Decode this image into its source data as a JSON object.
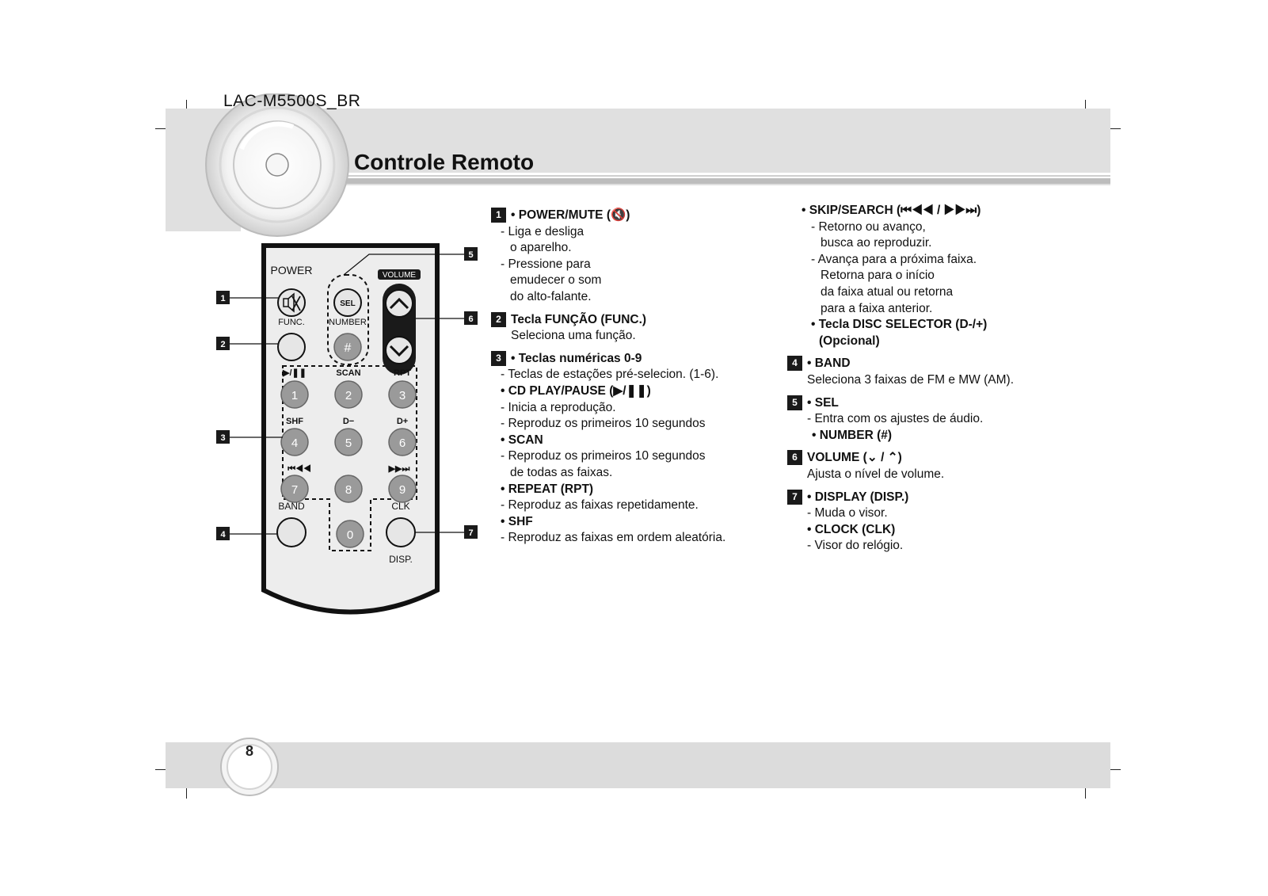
{
  "header": {
    "model": "LAC-M5500S_BR",
    "title": "Controle Remoto"
  },
  "footer": {
    "page_number": "8"
  },
  "remote": {
    "power": "POWER",
    "volume": "VOLUME",
    "sel": "SEL",
    "func": "FUNC.",
    "number": "NUMBER",
    "hash": "#",
    "play_pause": "▶/❚❚",
    "scan": "SCAN",
    "rpt": "RPT",
    "shf": "SHF",
    "d_minus": "D−",
    "d_plus": "D+",
    "prev": "⏮◀◀",
    "next": "▶▶⏭",
    "band": "BAND",
    "clk": "CLK",
    "disp": "DISP.",
    "digits": [
      "1",
      "2",
      "3",
      "4",
      "5",
      "6",
      "7",
      "8",
      "9",
      "0"
    ],
    "callouts": [
      "1",
      "2",
      "3",
      "4",
      "5",
      "6",
      "7"
    ]
  },
  "col1": {
    "s1_num": "1",
    "s1_title": "• POWER/MUTE (🔇)",
    "s1_l1": "- Liga e desliga",
    "s1_l2": "o aparelho.",
    "s1_l3": "- Pressione para",
    "s1_l4": "emudecer o som",
    "s1_l5": "do alto-falante.",
    "s2_num": "2",
    "s2_title": "Tecla FUNÇÃO (FUNC.)",
    "s2_l1": "Seleciona uma função.",
    "s3_num": "3",
    "s3_title": "• Teclas numéricas 0-9",
    "s3_l1": "- Teclas de estações pré-selecion. (1-6).",
    "s3_b2": "• CD PLAY/PAUSE (▶/❚❚)",
    "s3_l2": "- Inicia a reprodução.",
    "s3_l3": "- Reproduz os primeiros 10 segundos",
    "s3_b3": "• SCAN",
    "s3_l4": "- Reproduz os primeiros 10 segundos",
    "s3_l5": "de todas as faixas.",
    "s3_b4": "• REPEAT (RPT)",
    "s3_l6": "- Reproduz as faixas repetidamente.",
    "s3_b5": "• SHF",
    "s3_l7": "- Reproduz as faixas em ordem aleatória."
  },
  "col2": {
    "skip_title": "• SKIP/SEARCH (⏮◀◀ / ▶▶⏭)",
    "skip_l1": "- Retorno ou avanço,",
    "skip_l2": "busca ao reproduzir.",
    "skip_l3": "- Avança para a próxima faixa.",
    "skip_l4": "Retorna para o início",
    "skip_l5": "da faixa atual ou retorna",
    "skip_l6": "para a faixa anterior.",
    "disc_title": "• Tecla DISC SELECTOR (D-/+)",
    "disc_sub": "(Opcional)",
    "s4_num": "4",
    "s4_title": "• BAND",
    "s4_l1": "Seleciona 3 faixas de FM e MW (AM).",
    "s5_num": "5",
    "s5_title": "• SEL",
    "s5_l1": "- Entra com os ajustes de áudio.",
    "s5_b2": "• NUMBER (#)",
    "s6_num": "6",
    "s6_title": "VOLUME (⌄ / ⌃)",
    "s6_l1": "Ajusta o nível de volume.",
    "s7_num": "7",
    "s7_title": "• DISPLAY (DISP.)",
    "s7_l1": "- Muda o visor.",
    "s7_b2": "• CLOCK (CLK)",
    "s7_l2": "- Visor do relógio."
  }
}
